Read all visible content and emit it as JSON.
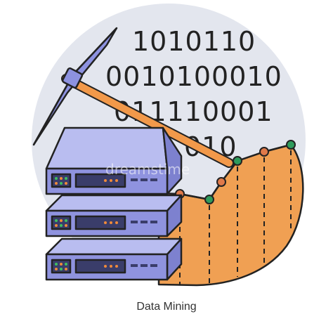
{
  "caption": "Data Mining",
  "binary_lines": [
    "1010110",
    "0010100010",
    "011110001",
    "010"
  ],
  "watermark": "dreamstime",
  "colors": {
    "background_circle": "#e3e6ee",
    "server_front": "#8f93df",
    "server_top": "#b9bdf0",
    "server_panel": "#3a3d6a",
    "pickaxe_head": "#8d92e0",
    "pickaxe_handle": "#f2994a",
    "chart_fill": "#f0a053",
    "chart_dot_green": "#2f9b5c",
    "chart_dot_orange": "#e07a4a",
    "outline": "#222222",
    "led_green": "#3fbf5f",
    "led_orange": "#f08a3a"
  },
  "icons": [
    "pickaxe-icon",
    "server-stack-icon",
    "line-chart-icon"
  ]
}
